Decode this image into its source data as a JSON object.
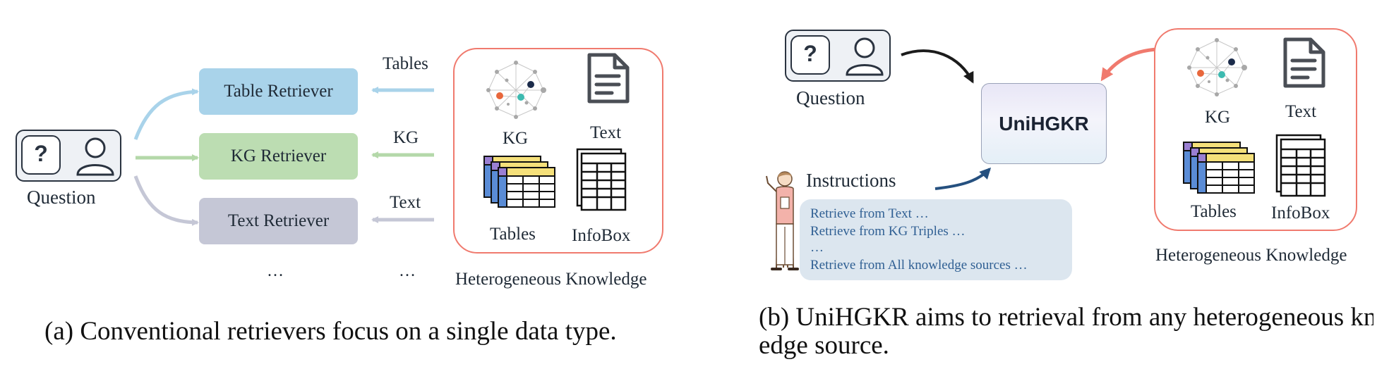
{
  "left": {
    "question_label": "Question",
    "retrievers": [
      "Table Retriever",
      "KG Retriever",
      "Text Retriever"
    ],
    "incoming_labels": [
      "Tables",
      "KG",
      "Text"
    ],
    "ellipsis": "…",
    "knowledge_items": {
      "kg": "KG",
      "text": "Text",
      "tables": "Tables",
      "infobox": "InfoBox"
    },
    "knowledge_caption": "Heterogeneous Knowledge",
    "caption": "(a) Conventional retrievers focus on a single data type."
  },
  "right": {
    "question_label": "Question",
    "model_name": "UniHGKR",
    "instructions_label": "Instructions",
    "instruction_lines": [
      "Retrieve from Text …",
      "Retrieve from KG Triples …",
      "…",
      "Retrieve from All knowledge sources …"
    ],
    "knowledge_items": {
      "kg": "KG",
      "text": "Text",
      "tables": "Tables",
      "infobox": "InfoBox"
    },
    "knowledge_caption": "Heterogeneous Knowledge",
    "caption_line1": "(b) UniHGKR aims to retrieval from any heterogeneous know",
    "caption_line2": "edge source."
  },
  "colors": {
    "table_retriever": "#a9d3ea",
    "kg_retriever": "#bcddb2",
    "text_retriever": "#c5c7d6",
    "knowledge_border": "#f07a6e",
    "instruction_text": "#2f5f93"
  }
}
